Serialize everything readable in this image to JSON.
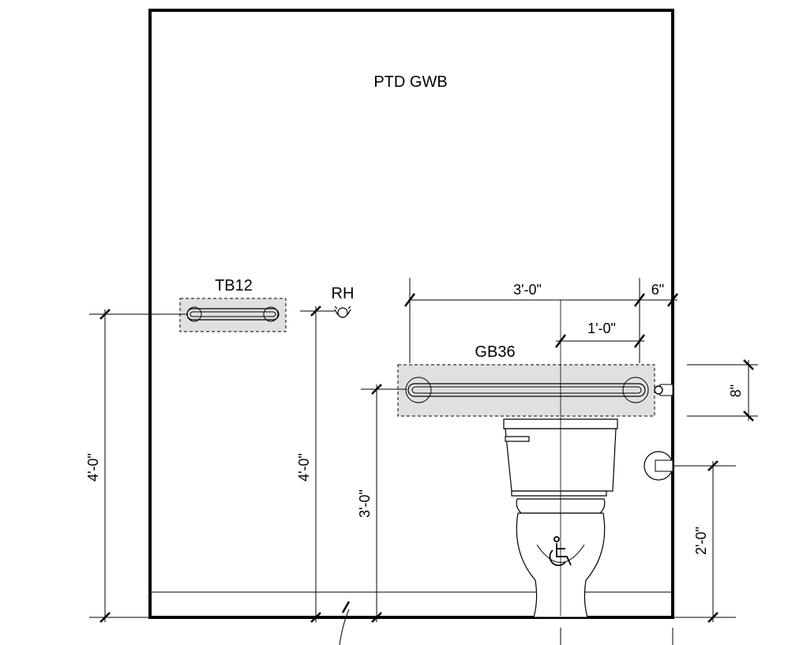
{
  "drawing": {
    "wall_finish": "PTD GWB",
    "items": {
      "towel_bar": "TB12",
      "robe_hook": "RH",
      "grab_bar": "GB36"
    },
    "dimensions": {
      "grab_bar_length": "3'-0\"",
      "grab_bar_to_wall": "6\"",
      "grab_bar_center_offset": "1'-0\"",
      "rear_bar_height": "8\"",
      "towel_bar_height": "4'-0\"",
      "robe_hook_height": "4'-0\"",
      "grab_bar_height": "3'-0\"",
      "toilet_paper_height": "2'-0\""
    },
    "icons": {
      "accessibility": "wheelchair-accessibility-icon"
    },
    "colors": {
      "accessory_fill": "#e0e0e0",
      "line": "#000000"
    }
  }
}
